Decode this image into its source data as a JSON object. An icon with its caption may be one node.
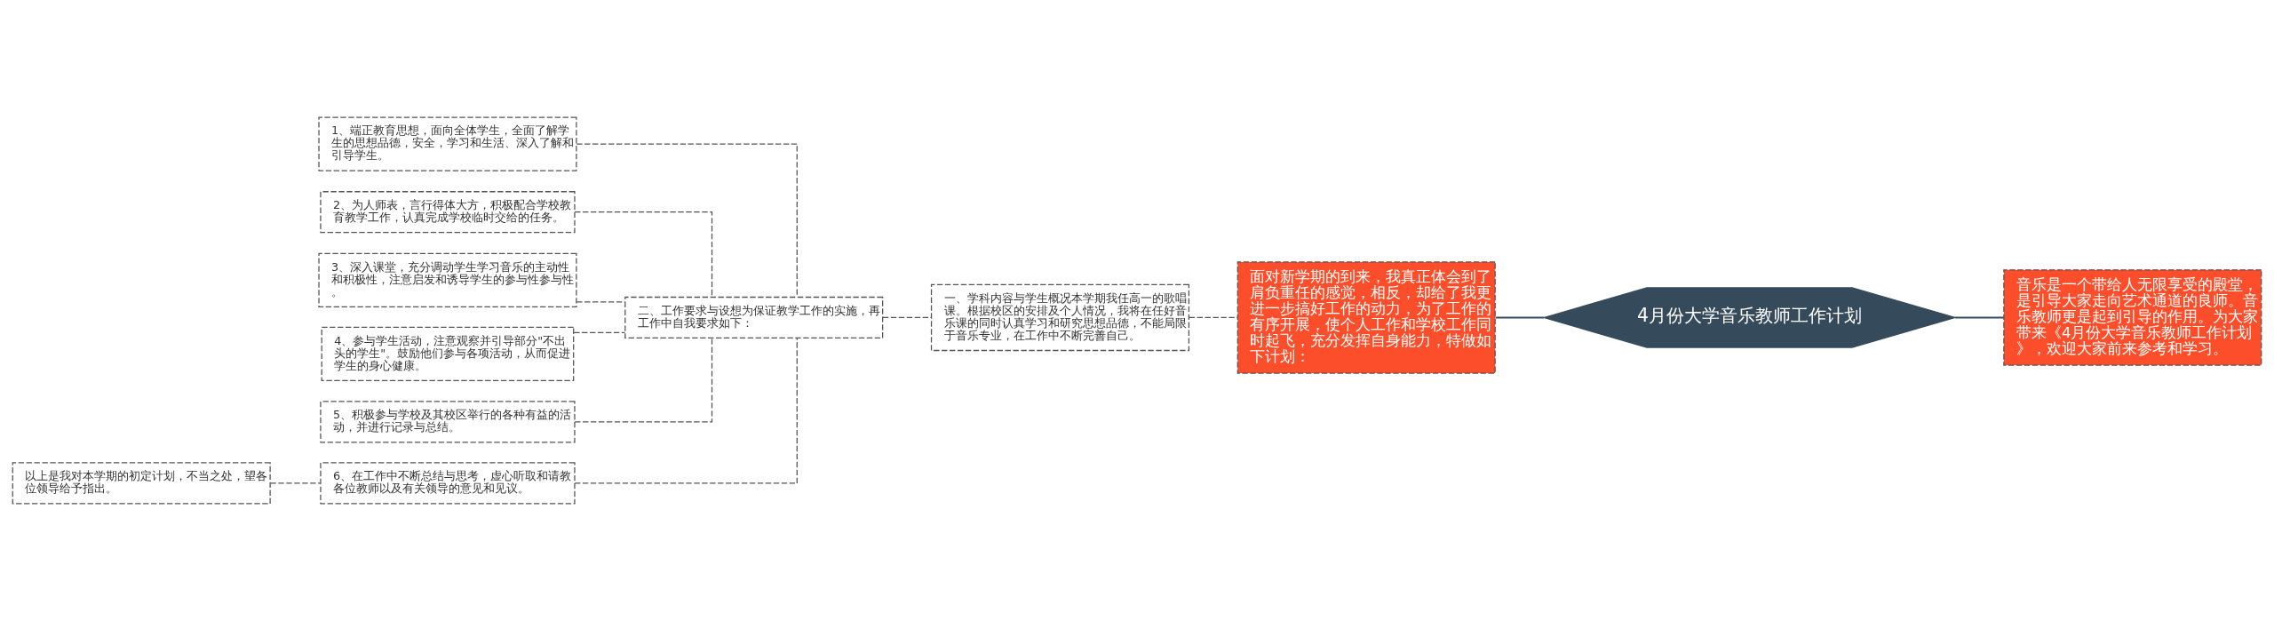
{
  "diagram": {
    "nodes": [
      {
        "text": [
          "4月份大学音乐教师工作计划"
        ]
      },
      {
        "text": [
          "音乐是一个带给人无限享受的殿堂，是引导大家走向艺术通道的良师。音乐教师更是起到引导的作用。为大家带来《4月份大学音乐教师工作计划》，欢迎大家前来参考和学习。"
        ]
      },
      {
        "text": [
          "面对新学期的到来，我真正体会到了肩负重任的感觉，相反，却给了我更进一步搞好工作的动力，为了工作的有序开展，使个人工作和学校工作同时起飞，充分发挥自身能力，特做如下计划："
        ]
      },
      {
        "text": [
          "一、学科内容与学生概况本学期我任高一的歌唱课。根据校区的安排及个人情况，我将在任好音乐课的同时认真学习和研究思想品德，不能局限于音乐专业，在工作中不断完善自己。"
        ]
      },
      {
        "text": [
          "二、工作要求与设想为保证教学工作的实施，再工作中自我要求如下："
        ]
      },
      {
        "text": [
          "1、端正教育思想，面向全体学生，全面了解学生的思想品德，安全，学习和生活、深入了解和引导学生。"
        ]
      },
      {
        "text": [
          "2、为人师表，言行得体大方，积极配合学校教育教学工作，认真完成学校临时交给的任务。"
        ]
      },
      {
        "text": [
          "3、深入课堂，充分调动学生学习音乐的主动性和积极性，注意启发和诱导学生的参与性参与性。"
        ]
      },
      {
        "text": [
          "4、参与学生活动，注意观察并引导部分\"不出头的学生\"。鼓励他们参与各项活动，从而促进学生的身心健康。"
        ]
      },
      {
        "text": [
          "5、积极参与学校及其校区举行的各种有益的活动，并进行记录与总结。"
        ]
      },
      {
        "text": [
          "6、在工作中不断总结与思考，虚心听取和请教各位教师以及有关领导的意见和见议。"
        ]
      },
      {
        "text": [
          "以上是我对本学期的初定计划，不当之处，望各位领导给予指出。"
        ]
      }
    ],
    "edges": [
      {
        "from": 0,
        "to": 1,
        "arrow": "none"
      },
      {
        "from": 2,
        "to": 0,
        "arrow": "none"
      },
      {
        "from": 3,
        "to": 2,
        "arrow": "none",
        "style": "dashed"
      },
      {
        "from": 4,
        "to": 3,
        "arrow": "none",
        "style": "dashed"
      },
      {
        "from": 5,
        "to": 4,
        "arrow": "none",
        "style": "dashed"
      },
      {
        "from": 6,
        "to": 4,
        "arrow": "none",
        "style": "dashed"
      },
      {
        "from": 7,
        "to": 4,
        "arrow": "none",
        "style": "dashed"
      },
      {
        "from": 8,
        "to": 4,
        "arrow": "none",
        "style": "dashed"
      },
      {
        "from": 9,
        "to": 4,
        "arrow": "none",
        "style": "dashed"
      },
      {
        "from": 10,
        "to": 4,
        "arrow": "none",
        "style": "dashed"
      },
      {
        "from": 11,
        "to": 10,
        "arrow": "none",
        "style": "dashed"
      }
    ]
  }
}
